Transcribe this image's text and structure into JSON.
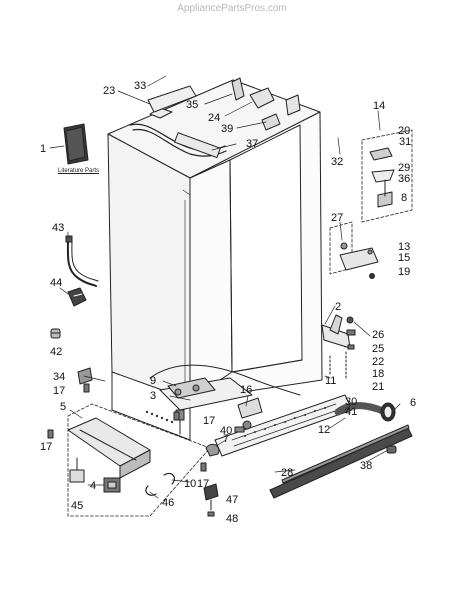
{
  "watermark": "AppliancePartsPros.com",
  "literature_caption": "Literature Parts",
  "callouts": [
    "1",
    "23",
    "33",
    "35",
    "24",
    "39",
    "37",
    "14",
    "20",
    "31",
    "29",
    "36",
    "8",
    "32",
    "27",
    "13",
    "15",
    "19",
    "43",
    "44",
    "42",
    "2",
    "26",
    "25",
    "22",
    "18",
    "21",
    "34",
    "17",
    "9",
    "3",
    "16",
    "11",
    "30",
    "41",
    "6",
    "12",
    "7",
    "40",
    "5",
    "10",
    "46",
    "4",
    "45",
    "47",
    "48",
    "28",
    "38"
  ]
}
